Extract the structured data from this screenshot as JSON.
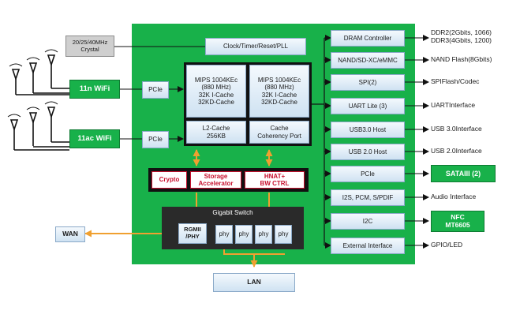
{
  "crystal": "20/25/40MHz\nCrystal",
  "clock": "Clock/Timer/Reset/PLL",
  "wifi_n": "11n WiFi",
  "wifi_ac": "11ac WiFi",
  "pcie_wifi_top": "PCIe",
  "pcie_wifi_bottom": "PCIe",
  "cpu_core_1": "MIPS 1004KEc\n(880 MHz)\n32K I-Cache\n32KD-Cache",
  "cpu_core_2": "MIPS 1004KEc\n(880 MHz)\n32K I-Cache\n32KD-Cache",
  "l2_cache": "L2-Cache\n256KB",
  "coherency_port": "Cache\nCoherency Port",
  "crypto": "Crypto",
  "storage_accel": "Storage\nAccelerator",
  "hnat": "HNAT+\nBW CTRL",
  "gigabit_switch": "Gigabit Switch",
  "rgmii": "RGMII\n/PHY",
  "phy_labels": [
    "phy",
    "phy",
    "phy",
    "phy"
  ],
  "wan": "WAN",
  "lan": "LAN",
  "peripherals": [
    "DRAM Controller",
    "NAND/SD-XC/eMMC",
    "SPI(2)",
    "UART Lite (3)",
    "USB3.0 Host",
    "USB 2.0 Host",
    "PCIe",
    "I2S, PCM, S/PDIF",
    "I2C",
    "External Interface"
  ],
  "external": {
    "dram": [
      "DDR2(2Gbits, 1066)",
      "DDR3(4Gbits, 1200)"
    ],
    "nand": "NAND Flash(8Gbits)",
    "spi": "SPIFlash/Codec",
    "uart": "UARTInterface",
    "usb3": "USB 3.0Interface",
    "usb2": "USB 2.0Interface",
    "sata": "SATAIII (2)",
    "audio": "Audio Interface",
    "nfc": "NFC\nMT6605",
    "gpio": "GPIO/LED"
  },
  "colors": {
    "chip_green": "#18b14a",
    "arrow_orange": "#f0a030",
    "accel_red": "#c8102e",
    "switch_dark": "#2a2a2a"
  }
}
